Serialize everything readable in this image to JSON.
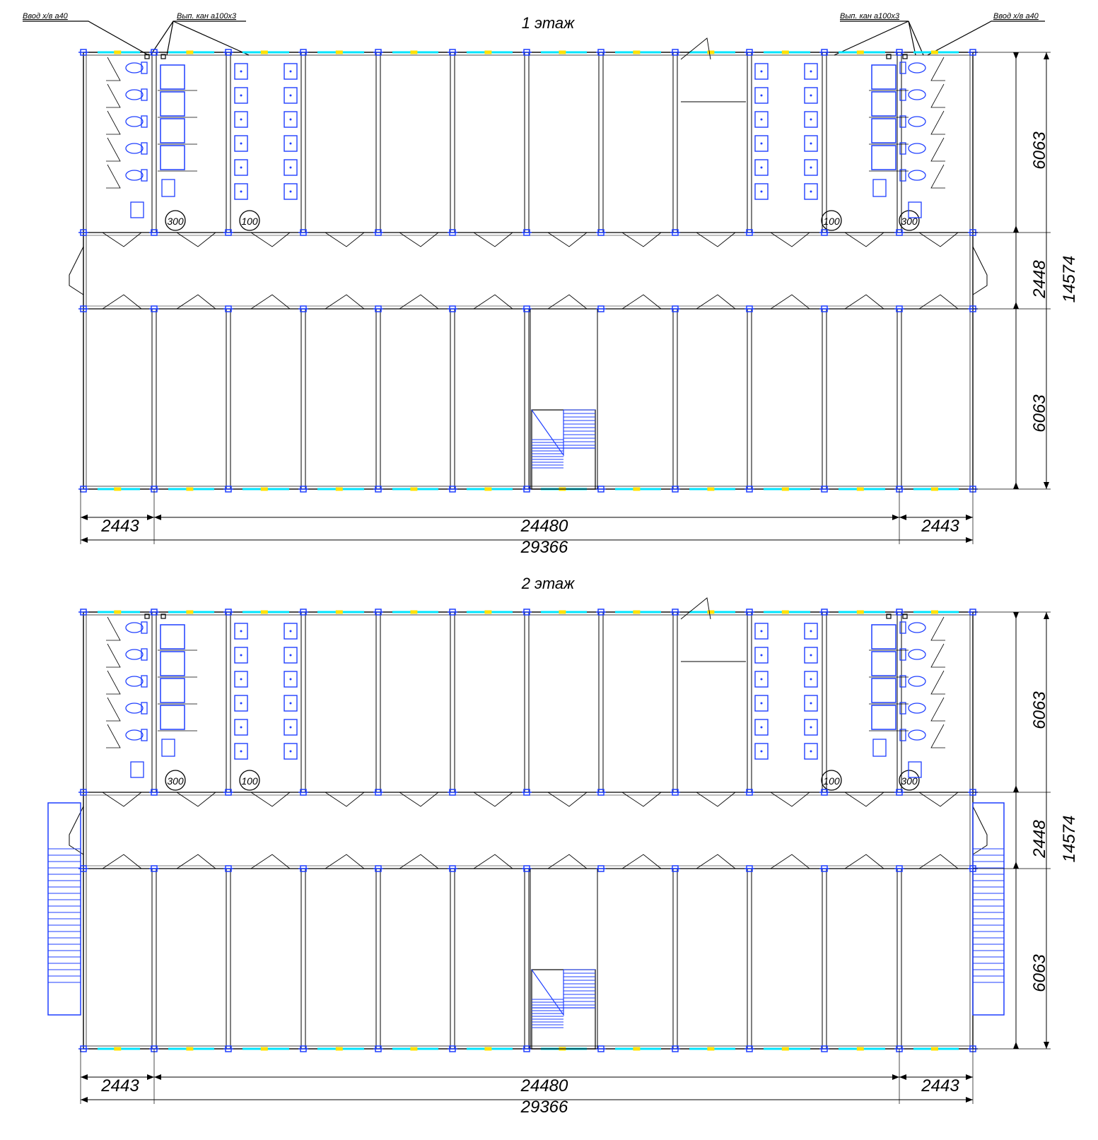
{
  "colors": {
    "line": "#000000",
    "fixture": "#1f3fff",
    "window_glass": "#00e5ff",
    "window_frame": "#ffe100",
    "background": "#ffffff"
  },
  "floors": [
    {
      "title": "1 этаж",
      "labels": {
        "inlet_left": "Ввод х/в а40",
        "outlet_left": "Вып. кан а100х3",
        "outlet_right": "Вып. кан а100х3",
        "inlet_right": "Ввод х/в а40"
      },
      "riser_tags": [
        "300",
        "100",
        "100",
        "300"
      ],
      "dims_vertical": {
        "top_block": "6063",
        "corridor": "2448",
        "bottom_block": "6063",
        "total": "14574"
      },
      "dims_horizontal": {
        "left": "2443",
        "middle": "24480",
        "right": "2443",
        "total": "29366"
      },
      "has_outdoor_stairs": false
    },
    {
      "title": "2 этаж",
      "labels": {},
      "riser_tags": [
        "300",
        "100",
        "100",
        "300"
      ],
      "dims_vertical": {
        "top_block": "6063",
        "corridor": "2448",
        "bottom_block": "6063",
        "total": "14574"
      },
      "dims_horizontal": {
        "left": "2443",
        "middle": "24480",
        "right": "2443",
        "total": "29366"
      },
      "has_outdoor_stairs": true
    }
  ]
}
